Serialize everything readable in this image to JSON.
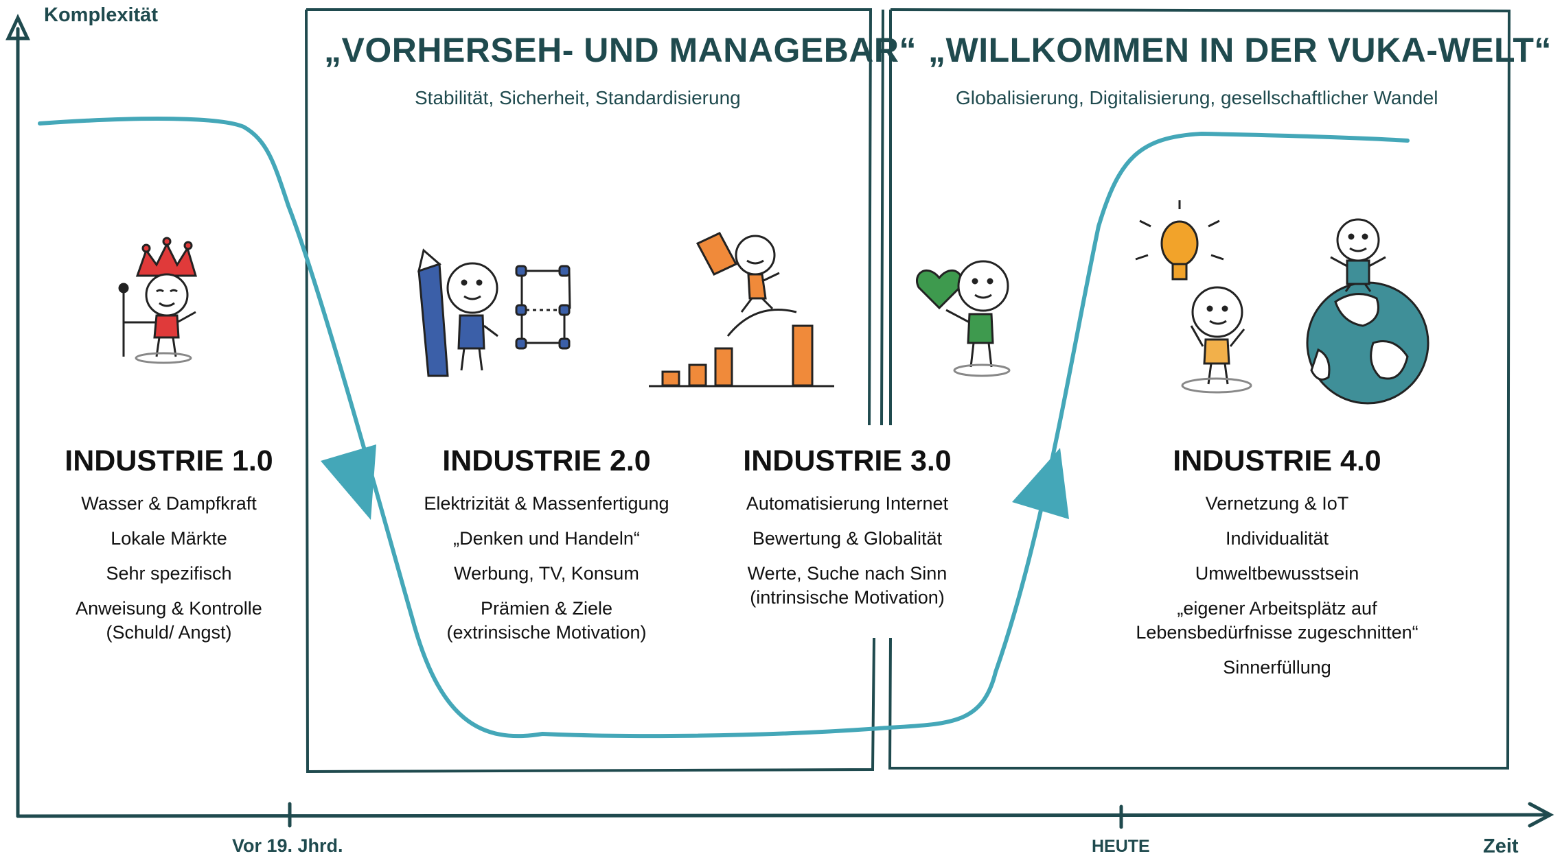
{
  "axis": {
    "y_label": "Komplexität",
    "x_label": "Zeit",
    "tick_left": "Vor 19. Jhrd.",
    "tick_right": "HEUTE"
  },
  "panels": [
    {
      "title": "„VORHERSEH- UND MANAGEBAR“",
      "subtitle": "Stabilität, Sicherheit, Standardisierung"
    },
    {
      "title": "„WILLKOMMEN IN DER VUKA-WELT“",
      "subtitle": "Globalisierung, Digitalisierung, gesellschaftlicher Wandel"
    }
  ],
  "industries": [
    {
      "title": "INDUSTRIE 1.0",
      "items": [
        "Wasser & Dampfkraft",
        "Lokale Märkte",
        "Sehr spezifisch",
        "Anweisung & Kontrolle\n(Schuld/ Angst)"
      ]
    },
    {
      "title": "INDUSTRIE 2.0",
      "items": [
        "Elektrizität & Massenfertigung",
        "„Denken und Handeln“",
        "Werbung, TV, Konsum",
        "Prämien & Ziele\n(extrinsische Motivation)"
      ]
    },
    {
      "title": "INDUSTRIE 3.0",
      "items": [
        "Automatisierung Internet",
        "Bewertung & Globalität",
        "Werte, Suche nach Sinn\n(intrinsische Motivation)"
      ]
    },
    {
      "title": "INDUSTRIE 4.0",
      "items": [
        "Vernetzung & IoT",
        "Individualität",
        "Umweltbewusstsein",
        "„eigener Arbeitsplätz auf\nLebensbedürfnisse zugeschnitten“",
        "Sinnerfüllung"
      ]
    }
  ],
  "colors": {
    "curve": "#44a7b8",
    "frame": "#1f4a4e",
    "crown": "#e03a3a",
    "pencil": "#3b5fa8",
    "bars": "#f08a3a",
    "heart": "#3e9a4e",
    "bulb": "#f2a32a",
    "shirt_yellow": "#f2b04a",
    "globe_water": "#3f8f98",
    "globe_land": "#ffffff"
  },
  "icons": [
    "king-figure-icon",
    "pencil-person-icon",
    "flowchart-icon",
    "growth-chart-person-icon",
    "heart-person-icon",
    "lightbulb-person-icon",
    "globe-person-icon"
  ]
}
